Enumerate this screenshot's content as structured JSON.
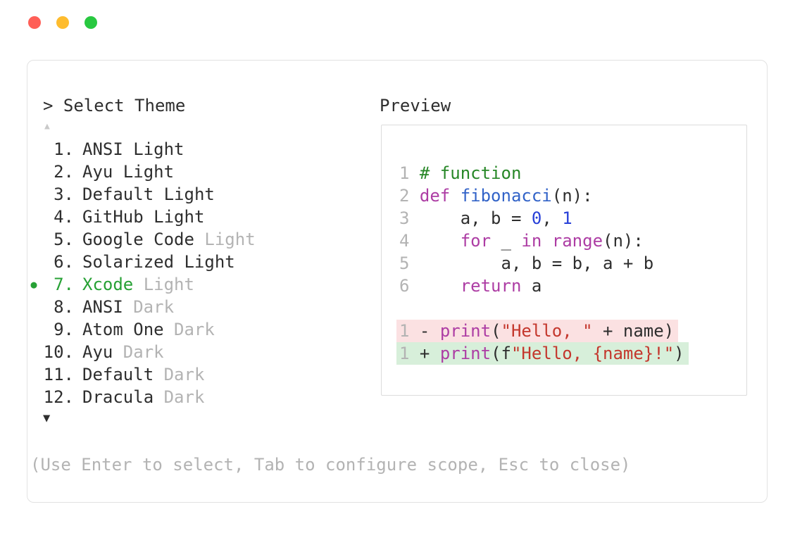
{
  "window": {
    "controls": [
      "close",
      "minimize",
      "zoom"
    ]
  },
  "theme_picker": {
    "title": "> Select Theme",
    "scroll_up_indicator": "▲",
    "scroll_down_indicator": "▼",
    "footer": "(Use Enter to select, Tab to configure scope, Esc to close)",
    "items": [
      {
        "number": "1.",
        "name": "ANSI",
        "suffix": "Light",
        "suffix_dim": false,
        "selected": false
      },
      {
        "number": "2.",
        "name": "Ayu",
        "suffix": "Light",
        "suffix_dim": false,
        "selected": false
      },
      {
        "number": "3.",
        "name": "Default",
        "suffix": "Light",
        "suffix_dim": false,
        "selected": false
      },
      {
        "number": "4.",
        "name": "GitHub",
        "suffix": "Light",
        "suffix_dim": false,
        "selected": false
      },
      {
        "number": "5.",
        "name": "Google Code",
        "suffix": "Light",
        "suffix_dim": true,
        "selected": false
      },
      {
        "number": "6.",
        "name": "Solarized",
        "suffix": "Light",
        "suffix_dim": false,
        "selected": false
      },
      {
        "number": "7.",
        "name": "Xcode",
        "suffix": "Light",
        "suffix_dim": true,
        "selected": true
      },
      {
        "number": "8.",
        "name": "ANSI",
        "suffix": "Dark",
        "suffix_dim": true,
        "selected": false
      },
      {
        "number": "9.",
        "name": "Atom One",
        "suffix": "Dark",
        "suffix_dim": true,
        "selected": false
      },
      {
        "number": "10.",
        "name": "Ayu",
        "suffix": "Dark",
        "suffix_dim": true,
        "selected": false
      },
      {
        "number": "11.",
        "name": "Default",
        "suffix": "Dark",
        "suffix_dim": true,
        "selected": false
      },
      {
        "number": "12.",
        "name": "Dracula",
        "suffix": "Dark",
        "suffix_dim": true,
        "selected": false
      }
    ]
  },
  "preview": {
    "title": "Preview",
    "lines": [
      {
        "num": "1",
        "tokens": [
          [
            "# function",
            "comment"
          ]
        ]
      },
      {
        "num": "2",
        "tokens": [
          [
            "def ",
            "keyword"
          ],
          [
            "fibonacci",
            "function"
          ],
          [
            "(n):",
            "plain"
          ]
        ]
      },
      {
        "num": "3",
        "tokens": [
          [
            "    a, b = ",
            "plain"
          ],
          [
            "0",
            "number"
          ],
          [
            ", ",
            "plain"
          ],
          [
            "1",
            "number"
          ]
        ]
      },
      {
        "num": "4",
        "tokens": [
          [
            "    ",
            "plain"
          ],
          [
            "for",
            "keyword"
          ],
          [
            " _ ",
            "plain"
          ],
          [
            "in",
            "keyword"
          ],
          [
            " ",
            "plain"
          ],
          [
            "range",
            "keyword"
          ],
          [
            "(n):",
            "plain"
          ]
        ]
      },
      {
        "num": "5",
        "tokens": [
          [
            "        a, b = b, a + b",
            "plain"
          ]
        ]
      },
      {
        "num": "6",
        "tokens": [
          [
            "    ",
            "plain"
          ],
          [
            "return",
            "keyword"
          ],
          [
            " a",
            "plain"
          ]
        ]
      },
      {
        "blank": true
      },
      {
        "num": "1",
        "bg": "removed",
        "tokens": [
          [
            "- ",
            "plain"
          ],
          [
            "print",
            "keyword"
          ],
          [
            "(",
            "plain"
          ],
          [
            "\"Hello, \"",
            "string"
          ],
          [
            " + name)",
            "plain"
          ]
        ]
      },
      {
        "num": "1",
        "bg": "added",
        "tokens": [
          [
            "+ ",
            "plain"
          ],
          [
            "print",
            "keyword"
          ],
          [
            "(f",
            "plain"
          ],
          [
            "\"Hello, {name}!\"",
            "string"
          ],
          [
            ")",
            "plain"
          ]
        ]
      }
    ]
  },
  "colors": {
    "keyword": "#ad3da4",
    "function": "#3263c8",
    "number": "#2840d8",
    "comment": "#278727",
    "string": "#c4372d",
    "selected": "#27a135",
    "dim": "#b3b3b3",
    "removed_bg": "#fbe1e2",
    "added_bg": "#d7efda",
    "traffic_red": "#ff5f57",
    "traffic_yellow": "#febc2e",
    "traffic_green": "#28c840"
  }
}
